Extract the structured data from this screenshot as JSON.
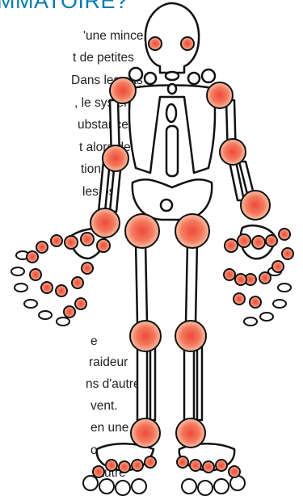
{
  "heading": "MMATOIRE?",
  "text_top": [
    "'une mince",
    "t de petites",
    "Dans les cas",
    ", le système",
    "ubstances",
    "t alors de",
    "tions et",
    "les os."
  ],
  "text_bottom": [
    "e",
    "raideur",
    "ns d'autres",
    "vent.",
    "en une",
    "ouleur",
    "l'autre"
  ],
  "figure": {
    "subject": "skeleton-with-inflamed-joints",
    "colors": {
      "heading": "#0a7bb0",
      "joint_center": "#f04a3a",
      "joint_edge": "#f7b59a",
      "outline": "#111111"
    }
  }
}
